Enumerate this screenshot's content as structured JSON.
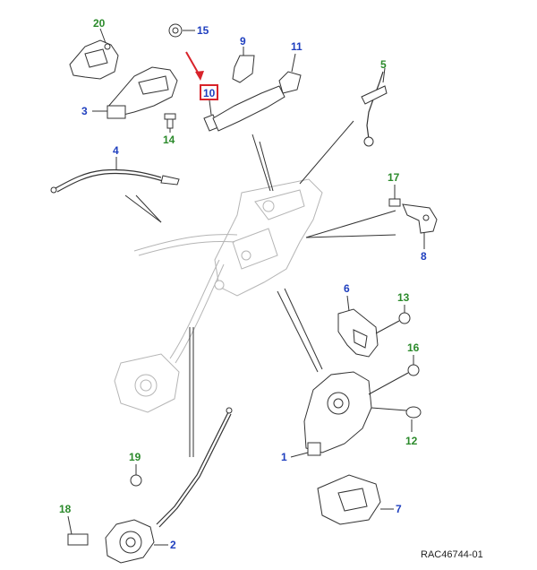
{
  "diagram": {
    "reference_code": "RAC46744-01",
    "highlighted_callout": "10",
    "colors": {
      "callout_blue": "#1f3fbf",
      "callout_green": "#2b8a2b",
      "highlight_red": "#d8232a",
      "line": "#333333",
      "ghost": "#b5b5b5"
    },
    "callouts": {
      "c1": "1",
      "c2": "2",
      "c3": "3",
      "c4": "4",
      "c5": "5",
      "c6": "6",
      "c7": "7",
      "c8": "8",
      "c9": "9",
      "c10": "10",
      "c11": "11",
      "c12": "12",
      "c13": "13",
      "c14": "14",
      "c15": "15",
      "c16": "16",
      "c17": "17",
      "c18": "18",
      "c19": "19",
      "c20": "20"
    }
  }
}
